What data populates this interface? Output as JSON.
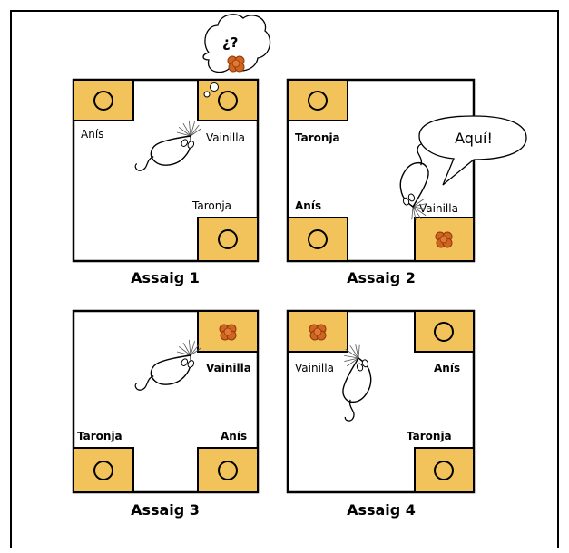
{
  "colors": {
    "well": "#F2C35A",
    "food": "#D2641E",
    "food_dark": "#8B3A10",
    "frame": "#000000"
  },
  "trials": [
    {
      "caption": "Assaig 1",
      "labels": {
        "tl": "Anís",
        "tr": "Vainilla",
        "br": "Taronja"
      }
    },
    {
      "caption": "Assaig 2",
      "labels": {
        "tl": "Taronja",
        "bl": "Anís",
        "br": "Vainilla"
      }
    },
    {
      "caption": "Assaig 3",
      "labels": {
        "tr": "Vainilla",
        "bl": "Taronja",
        "br": "Anís"
      }
    },
    {
      "caption": "Assaig 4",
      "labels": {
        "tl": "Vainilla",
        "tr": "Anís",
        "br": "Taronja"
      }
    }
  ],
  "thought": {
    "text": "¿?"
  },
  "speech": {
    "text": "Aquí!"
  },
  "icons": [
    "thought-bubble-icon",
    "speech-bubble-icon",
    "mouse-icon",
    "food-pellet-icon",
    "empty-well-icon"
  ]
}
